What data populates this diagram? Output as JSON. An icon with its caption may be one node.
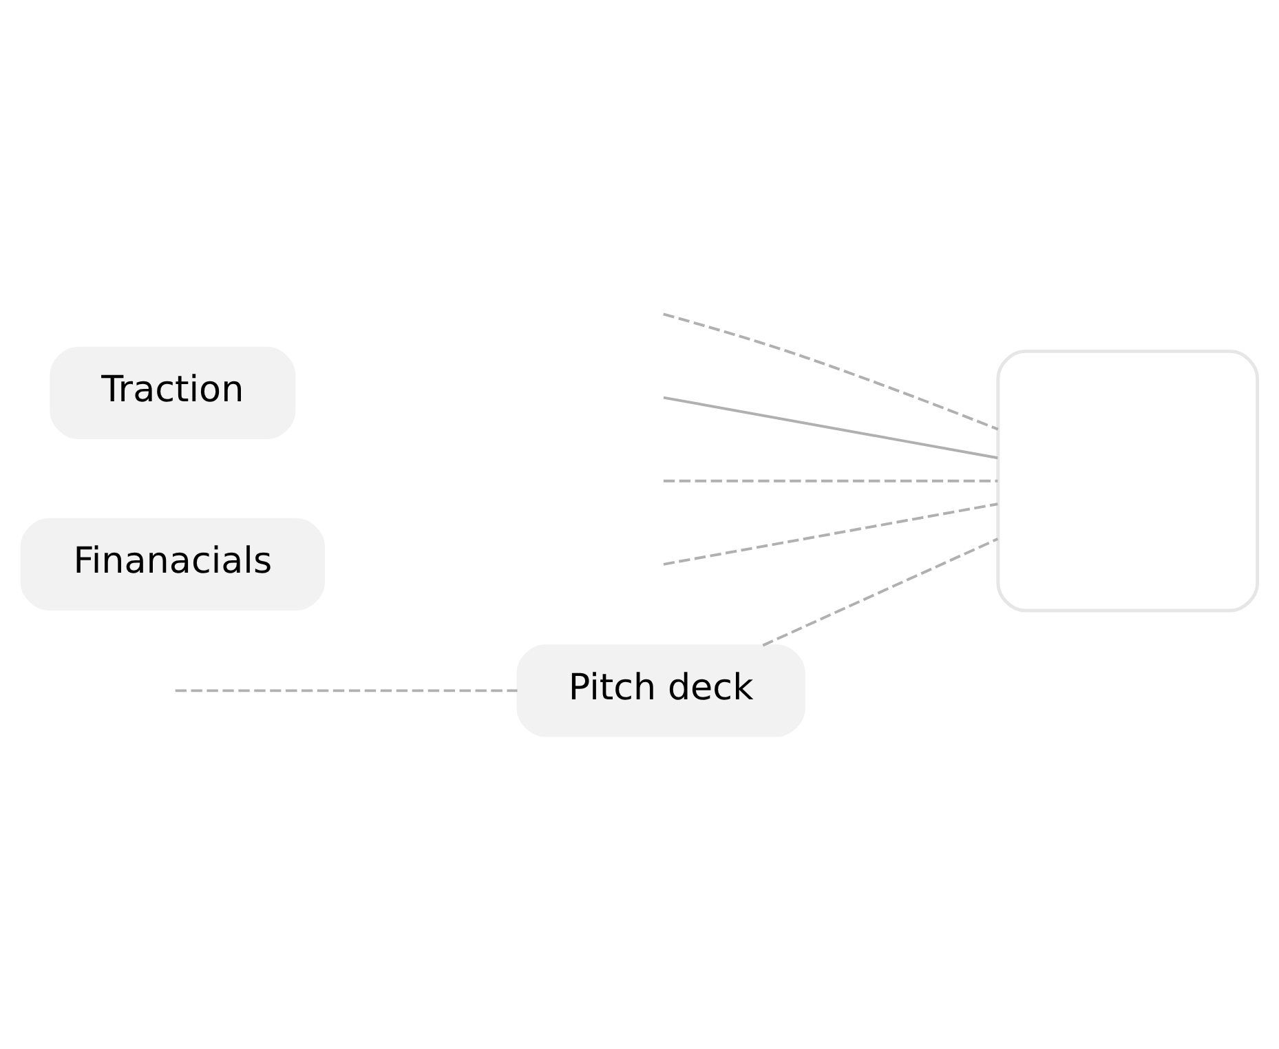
{
  "diagram": {
    "nodes": [
      {
        "text": [
          "Pitch deck"
        ]
      },
      {
        "text": [
          "Finanacials"
        ]
      },
      {
        "text": [
          "Traction"
        ]
      },
      {
        "text": [],
        "shape": "box"
      }
    ],
    "edges": [
      {
        "from": null,
        "to": 0,
        "arrow": "none",
        "style": "dashed"
      },
      {
        "from": 0,
        "to": 3,
        "arrow": "none",
        "style": "dashed"
      },
      {
        "from": null,
        "to": 3,
        "arrow": "none",
        "style": "dashed"
      },
      {
        "from": null,
        "to": 3,
        "arrow": "none"
      },
      {
        "from": null,
        "to": 3,
        "arrow": "none",
        "style": "dashed"
      },
      {
        "from": null,
        "to": 3,
        "arrow": "none",
        "style": "dashed"
      }
    ]
  }
}
